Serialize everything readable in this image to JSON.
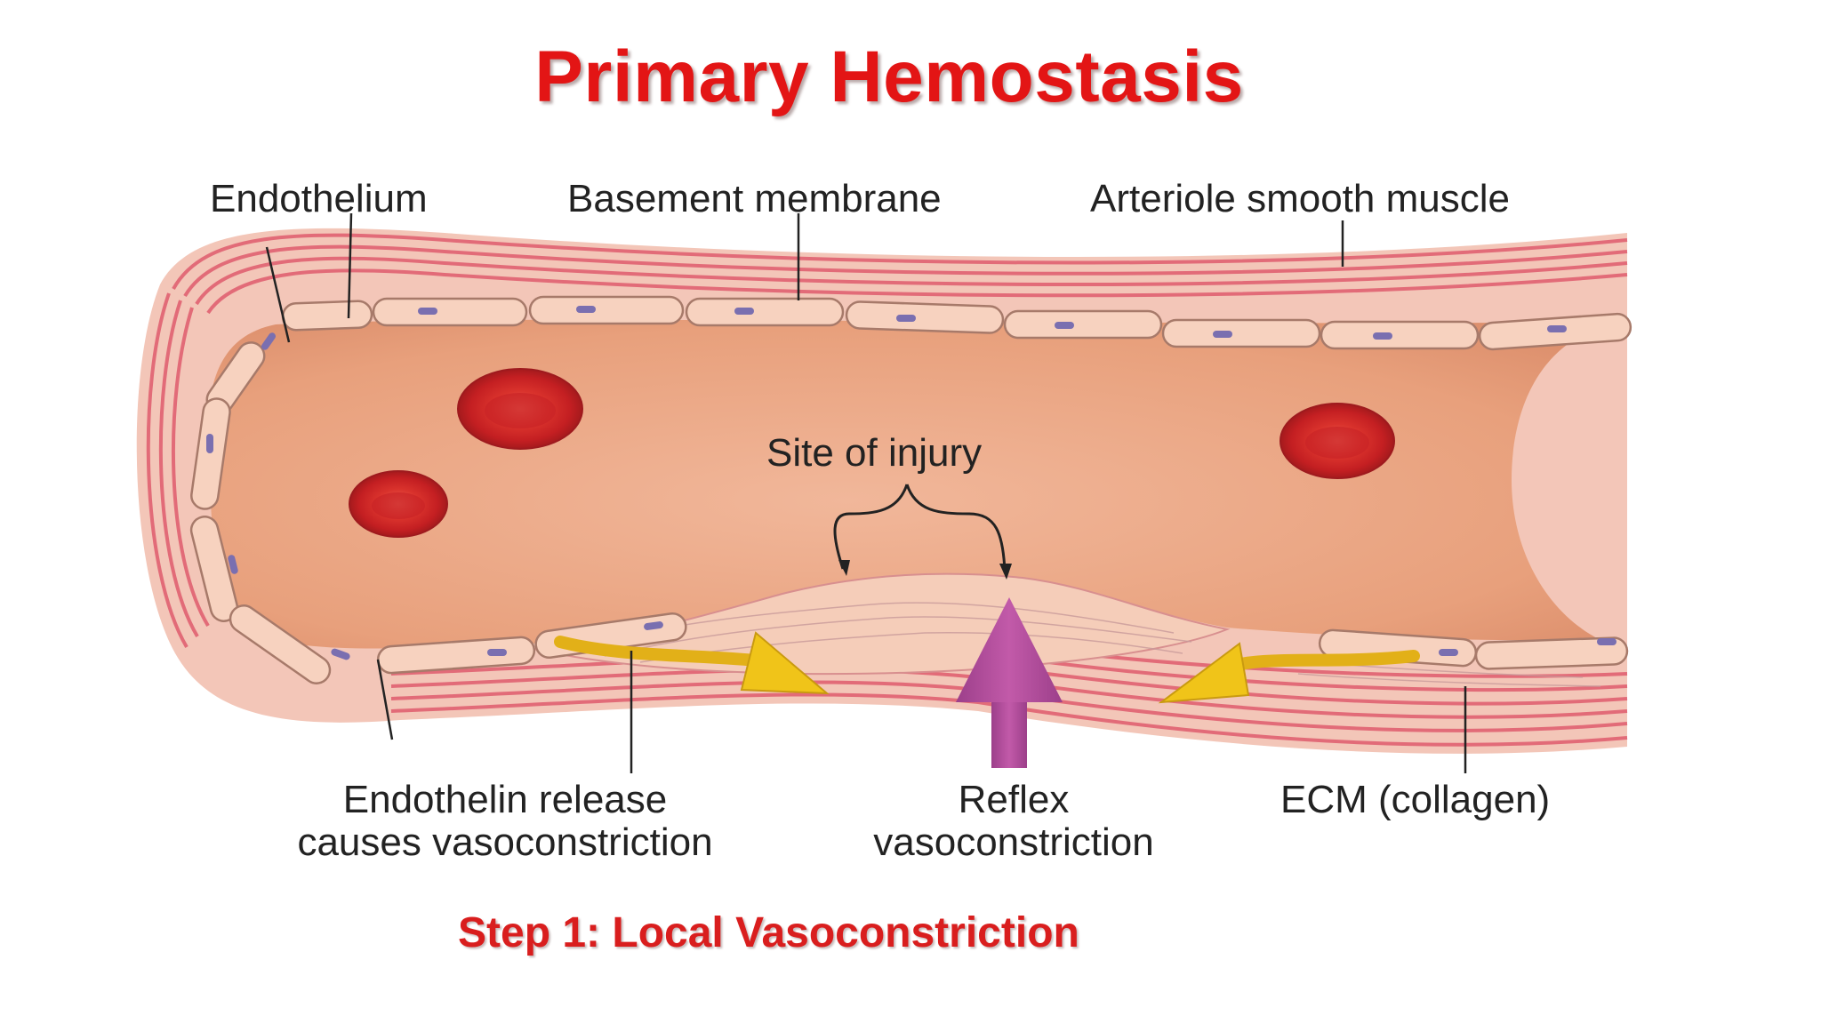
{
  "title": "Primary Hemostasis",
  "subtitle": "Step 1: Local Vasoconstriction",
  "labels": {
    "endothelium": "Endothelium",
    "basement_membrane": "Basement membrane",
    "arteriole_smooth_muscle": "Arteriole smooth muscle",
    "site_of_injury": "Site of injury",
    "endothelin_line1": "Endothelin release",
    "endothelin_line2": "causes vasoconstriction",
    "reflex_line1": "Reflex",
    "reflex_line2": "vasoconstriction",
    "ecm": "ECM (collagen)"
  },
  "colors": {
    "title_red": "#e31515",
    "vessel_wall": "#e8848c",
    "lumen": "#e9a37f",
    "endothelial_cell": "#f7d2bf",
    "nucleus": "#7a6fb0",
    "rbc": "#d62a2a",
    "yellow_arrow": "#f0c419",
    "purple_arrow": "#b0509a"
  }
}
